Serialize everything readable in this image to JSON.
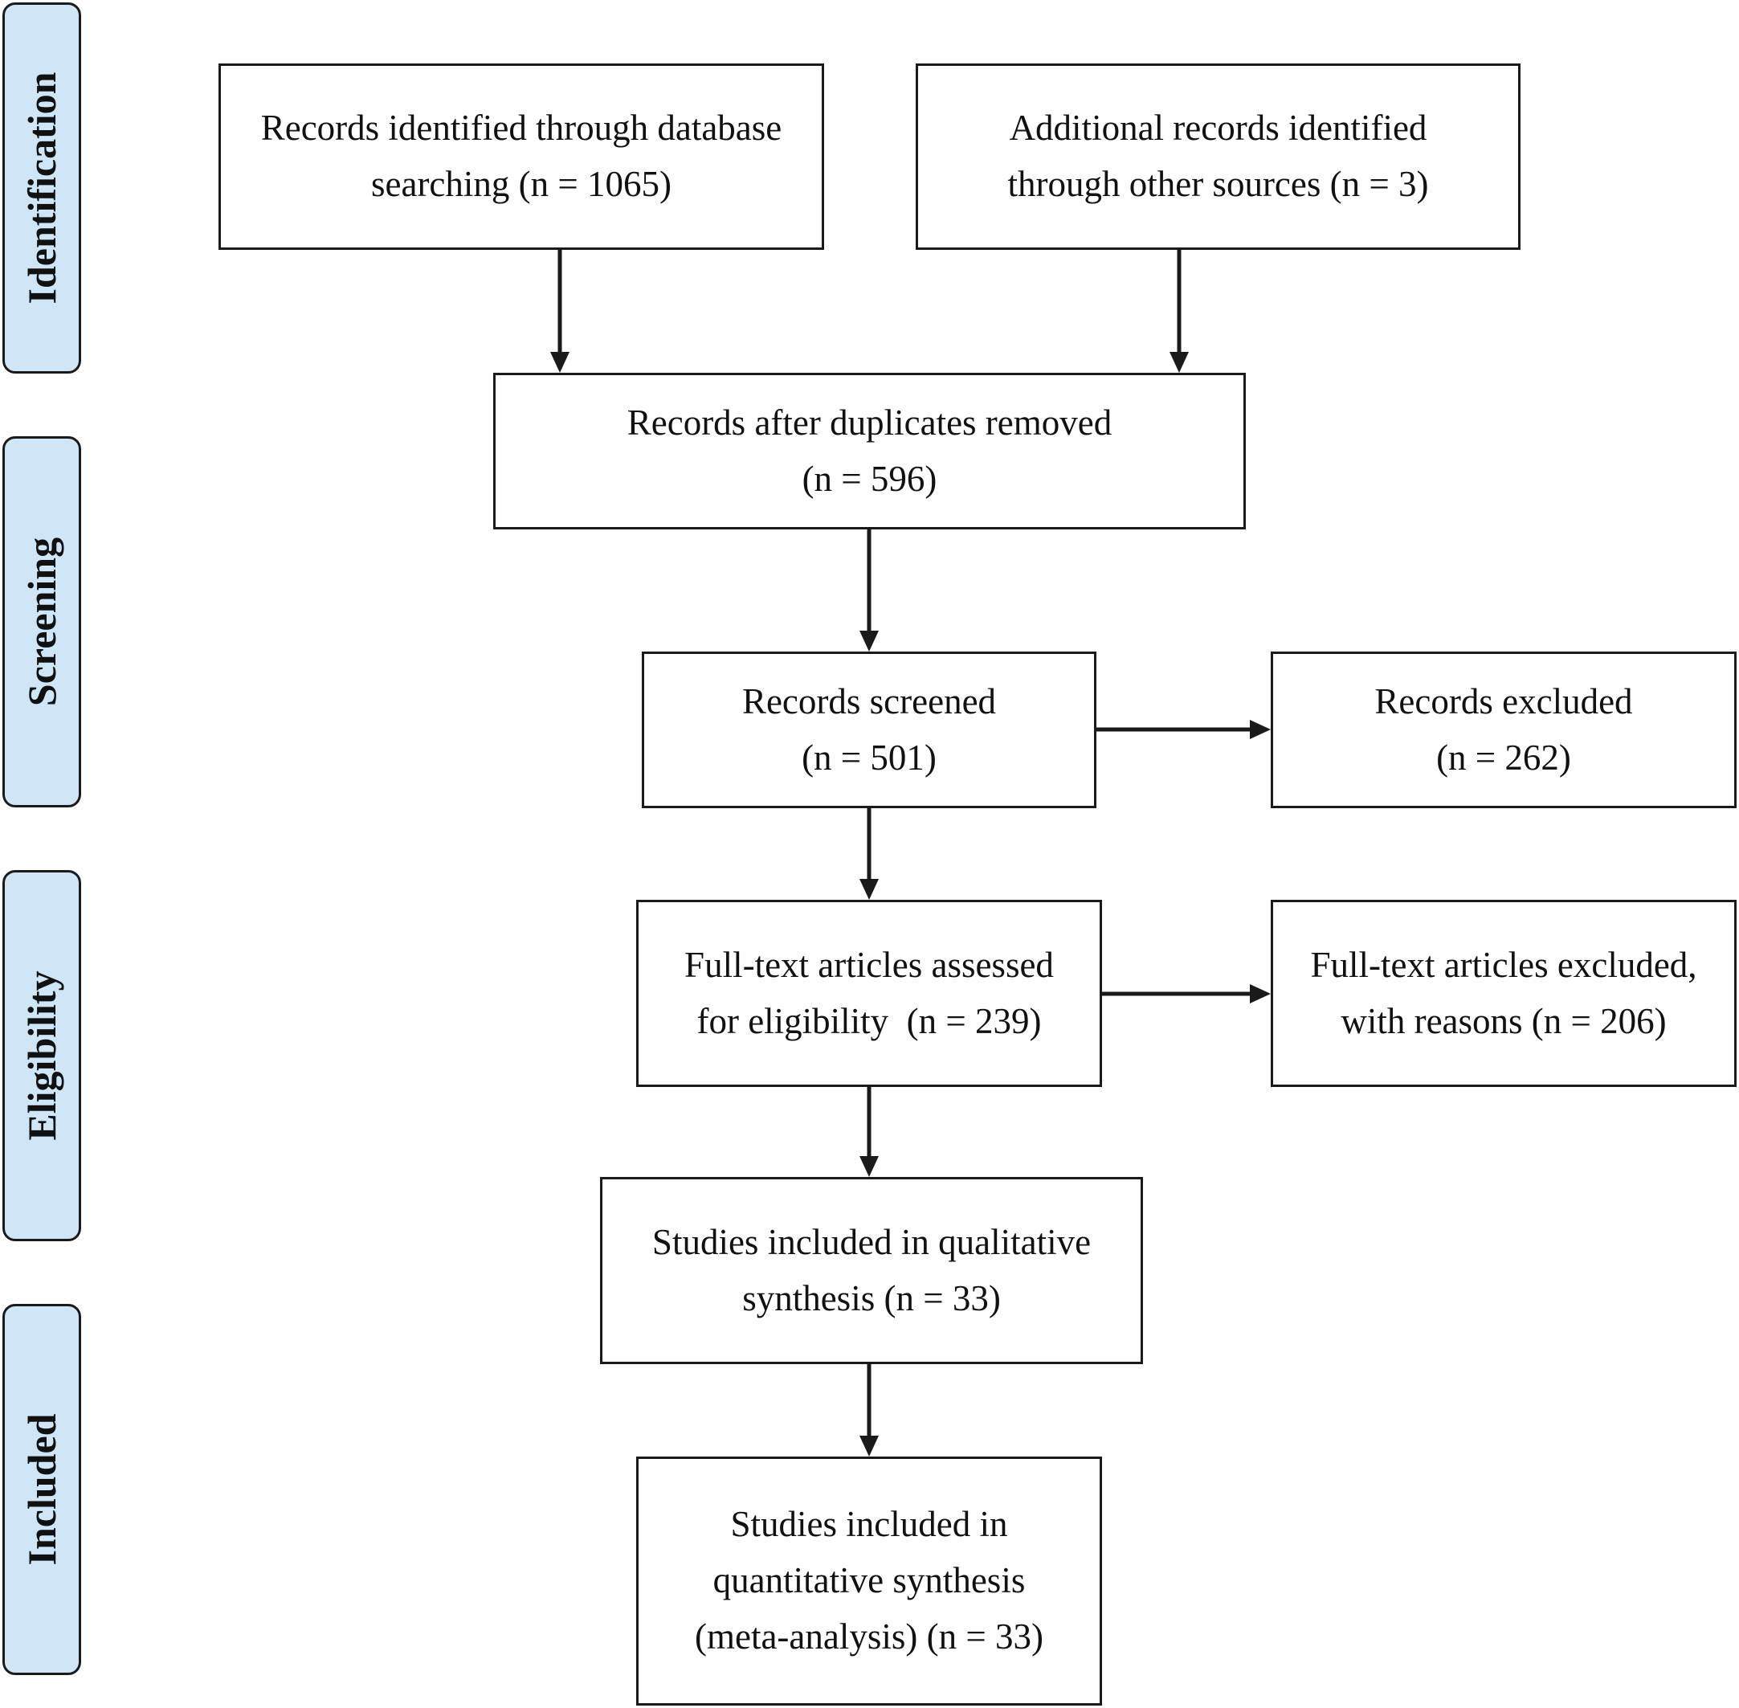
{
  "phases": {
    "identification": "Identification",
    "screening": "Screening",
    "eligibility": "Eligibility",
    "included": "Included"
  },
  "boxes": {
    "database": [
      "Records identified through database",
      "searching (n = 1065)"
    ],
    "other_sources": [
      "Additional records identified",
      "through other sources (n = 3)"
    ],
    "after_duplicates": [
      "Records after duplicates removed",
      "(n = 596)"
    ],
    "screened": [
      "Records screened",
      "(n = 501)"
    ],
    "excluded": [
      "Records excluded",
      "(n = 262)"
    ],
    "fulltext_assessed": [
      "Full-text articles assessed",
      "for eligibility  (n = 239)"
    ],
    "fulltext_excluded": [
      "Full-text articles excluded,",
      "with reasons (n = 206)"
    ],
    "qualitative": [
      "Studies included in qualitative",
      "synthesis (n = 33)"
    ],
    "quantitative": [
      "Studies included in",
      "quantitative synthesis",
      "(meta-analysis) (n = 33)"
    ]
  },
  "colors": {
    "phase_fill": "#cfe6f8",
    "stroke": "#1a1a1a"
  }
}
